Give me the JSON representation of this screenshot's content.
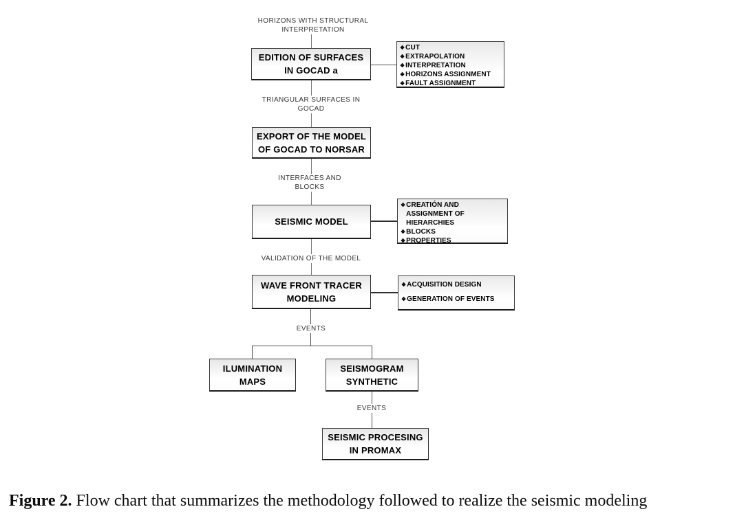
{
  "colors": {
    "box_border": "#3d3d3d",
    "box_fill_top": "#e7e7e7",
    "box_fill_bottom": "#ffffff",
    "line_color": "#757575",
    "label_color": "#333333",
    "text_color": "#000000"
  },
  "flowchart": {
    "bullet": "❖",
    "connector_labels": {
      "horizons": "HORIZONS WITH STRUCTURAL\nINTERPRETATION",
      "triangular": "TRIANGULAR SURFACES IN\nGOCAD",
      "interfaces": "INTERFACES AND\nBLOCKS",
      "validation": "VALIDATION OF THE MODEL",
      "events_1": "EVENTS",
      "events_2": "EVENTS"
    },
    "nodes": {
      "edition": "EDITION OF SURFACES\nIN GOCAD a",
      "export": "EXPORT OF THE MODEL\nOF GOCAD TO NORSAR",
      "seismic_model": "SEISMIC MODEL",
      "wavefront": "WAVE FRONT TRACER\nMODELING",
      "ilumination": "ILUMINATION\nMAPS",
      "seismogram": "SEISMOGRAM\nSYNTHETIC",
      "processing": "SEISMIC PROCESING\nIN PROMAX"
    },
    "side_lists": {
      "edition": [
        "CUT",
        "EXTRAPOLATION",
        "INTERPRETATION",
        "HORIZONS ASSIGNMENT",
        "FAULT ASSIGNMENT"
      ],
      "seismic_model": [
        "CREATIÓN AND\nASSIGNMENT OF\nHIERARCHIES",
        "BLOCKS",
        "PROPERTIES"
      ],
      "wavefront": [
        "ACQUISITION DESIGN",
        "GENERATION OF EVENTS"
      ]
    }
  },
  "caption": {
    "label": "Figure 2.",
    "text": " Flow chart that summarizes the methodology followed to realize the seismic modeling"
  }
}
